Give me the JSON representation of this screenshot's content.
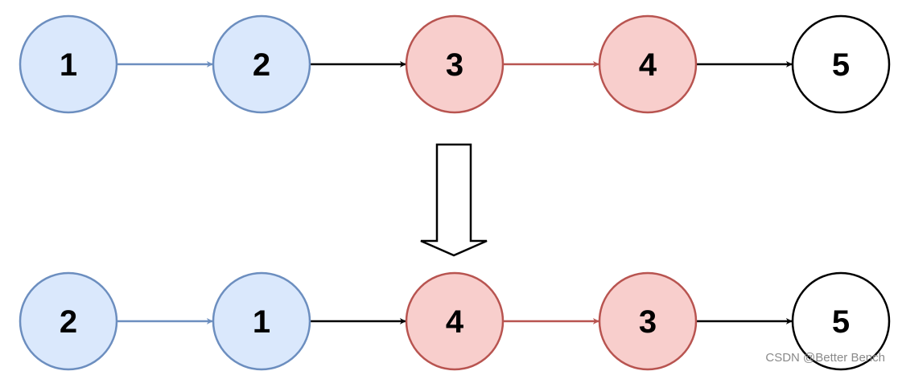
{
  "colors": {
    "blue_fill": "#dae8fc",
    "blue_stroke": "#6c8ebf",
    "red_fill": "#f8cecc",
    "red_stroke": "#b85450",
    "white_fill": "#ffffff",
    "black_stroke": "#000000"
  },
  "diagram": {
    "before": [
      {
        "label": "1",
        "style": "blue"
      },
      {
        "label": "2",
        "style": "blue"
      },
      {
        "label": "3",
        "style": "red"
      },
      {
        "label": "4",
        "style": "red"
      },
      {
        "label": "5",
        "style": "white"
      }
    ],
    "before_edges": [
      "blue",
      "black",
      "red",
      "black"
    ],
    "after": [
      {
        "label": "2",
        "style": "blue"
      },
      {
        "label": "1",
        "style": "blue"
      },
      {
        "label": "4",
        "style": "red"
      },
      {
        "label": "3",
        "style": "red"
      },
      {
        "label": "5",
        "style": "white"
      }
    ],
    "after_edges": [
      "blue",
      "black",
      "red",
      "black"
    ]
  },
  "watermark": "CSDN @Better Bench"
}
